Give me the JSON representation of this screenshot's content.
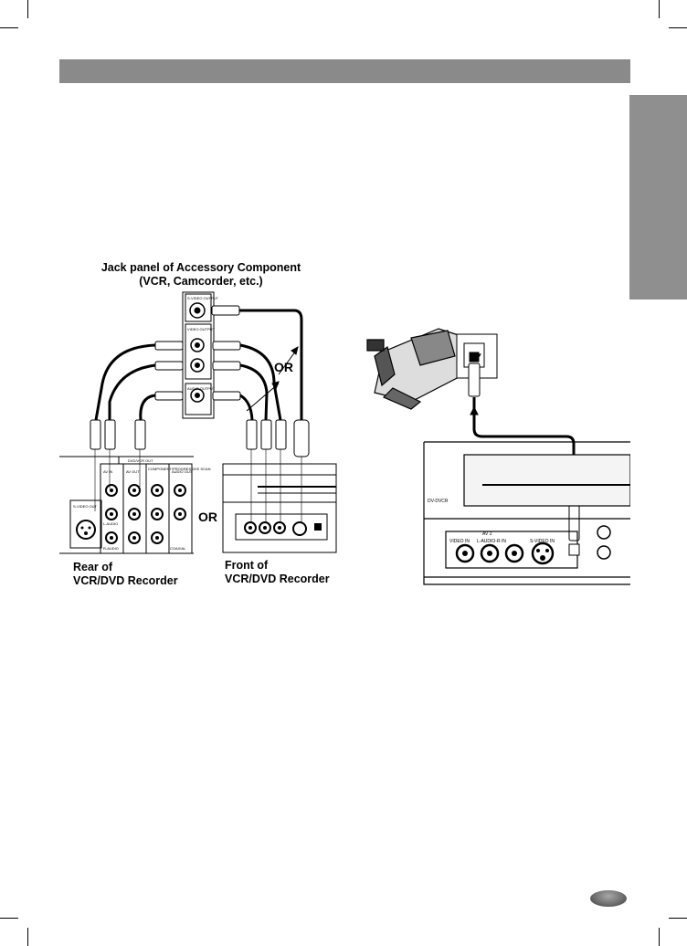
{
  "diagram_left": {
    "title_line1": "Jack panel of Accessory Component",
    "title_line2": "(VCR, Camcorder, etc.)",
    "or_label_1": "OR",
    "or_label_2": "OR",
    "rear_caption_line1": "Rear of",
    "rear_caption_line2": "VCR/DVD Recorder",
    "front_caption_line1": "Front of",
    "front_caption_line2": "VCR/DVD Recorder",
    "panel_labels": {
      "svideo_out": "S-VIDEO OUTPUT",
      "video_out": "VIDEO OUTPUT",
      "audio_out": "AUDIO OUTPUT",
      "dvd_vcr_out": "DVD/VCR OUT",
      "av_in": "AV IN",
      "av_out": "AV OUT",
      "component": "COMPONENT/PROGRESSIVE SCAN",
      "audio_out2": "AUDIO OUT",
      "svideo_out2": "S-VIDEO OUT",
      "coaxial": "COAXIAL",
      "l_audio": "L-AUDIO",
      "r_audio": "R-AUDIO"
    }
  },
  "diagram_right": {
    "front_panel_brand": "DV-DVCR",
    "front_jacks_label": "AV 2",
    "video_in": "VIDEO IN",
    "audio_in": "L-AUDIO-R IN",
    "svideo_in": "S-VIDEO IN"
  },
  "colors": {
    "title_bar": "#8a8a8a",
    "side_tab": "#8f8f8f",
    "line": "#000000"
  }
}
